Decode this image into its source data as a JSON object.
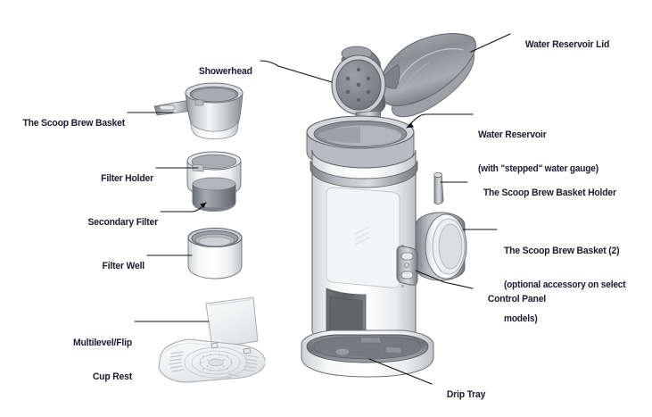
{
  "diagram": {
    "title": "Coffee Maker Parts Diagram",
    "background_color": "#ffffff",
    "text_color": "#1b1b2f",
    "leader_line_color": "#111111"
  },
  "labels": {
    "showerhead": "Showerhead",
    "scoop_brew_basket": "The Scoop Brew Basket",
    "filter_holder": "Filter Holder",
    "secondary_filter": "Secondary Filter",
    "filter_well": "Filter Well",
    "cup_rest_line1": "Multilevel/Flip",
    "cup_rest_line2": "Cup Rest",
    "water_reservoir_lid": "Water Reservoir Lid",
    "water_reservoir": "Water Reservoir",
    "water_reservoir_sub": "(with \"stepped\" water gauge)",
    "scoop_brew_basket_holder": "The Scoop Brew Basket Holder",
    "scoop_brew_basket_2": "The Scoop Brew Basket (2)",
    "scoop_brew_basket_2_sub_line1": "(optional accessory on select",
    "scoop_brew_basket_2_sub_line2": "models)",
    "control_panel": "Control Panel",
    "drip_tray": "Drip Tray"
  },
  "parts": {
    "showerhead": "showerhead-disc",
    "brew_basket": "scoop-brew-basket-illustration",
    "filter_holder": "filter-holder-illustration",
    "filter_well": "filter-well-illustration",
    "cup_rest": "multilevel-flip-cup-rest-illustration",
    "machine_body": "coffee-maker-body-illustration",
    "reservoir_lid": "water-reservoir-lid-illustration",
    "control_panel": "control-panel-illustration",
    "drip_tray": "drip-tray-illustration",
    "basket_holder": "brew-basket-holder-illustration",
    "basket_2": "second-scoop-brew-basket-illustration"
  }
}
